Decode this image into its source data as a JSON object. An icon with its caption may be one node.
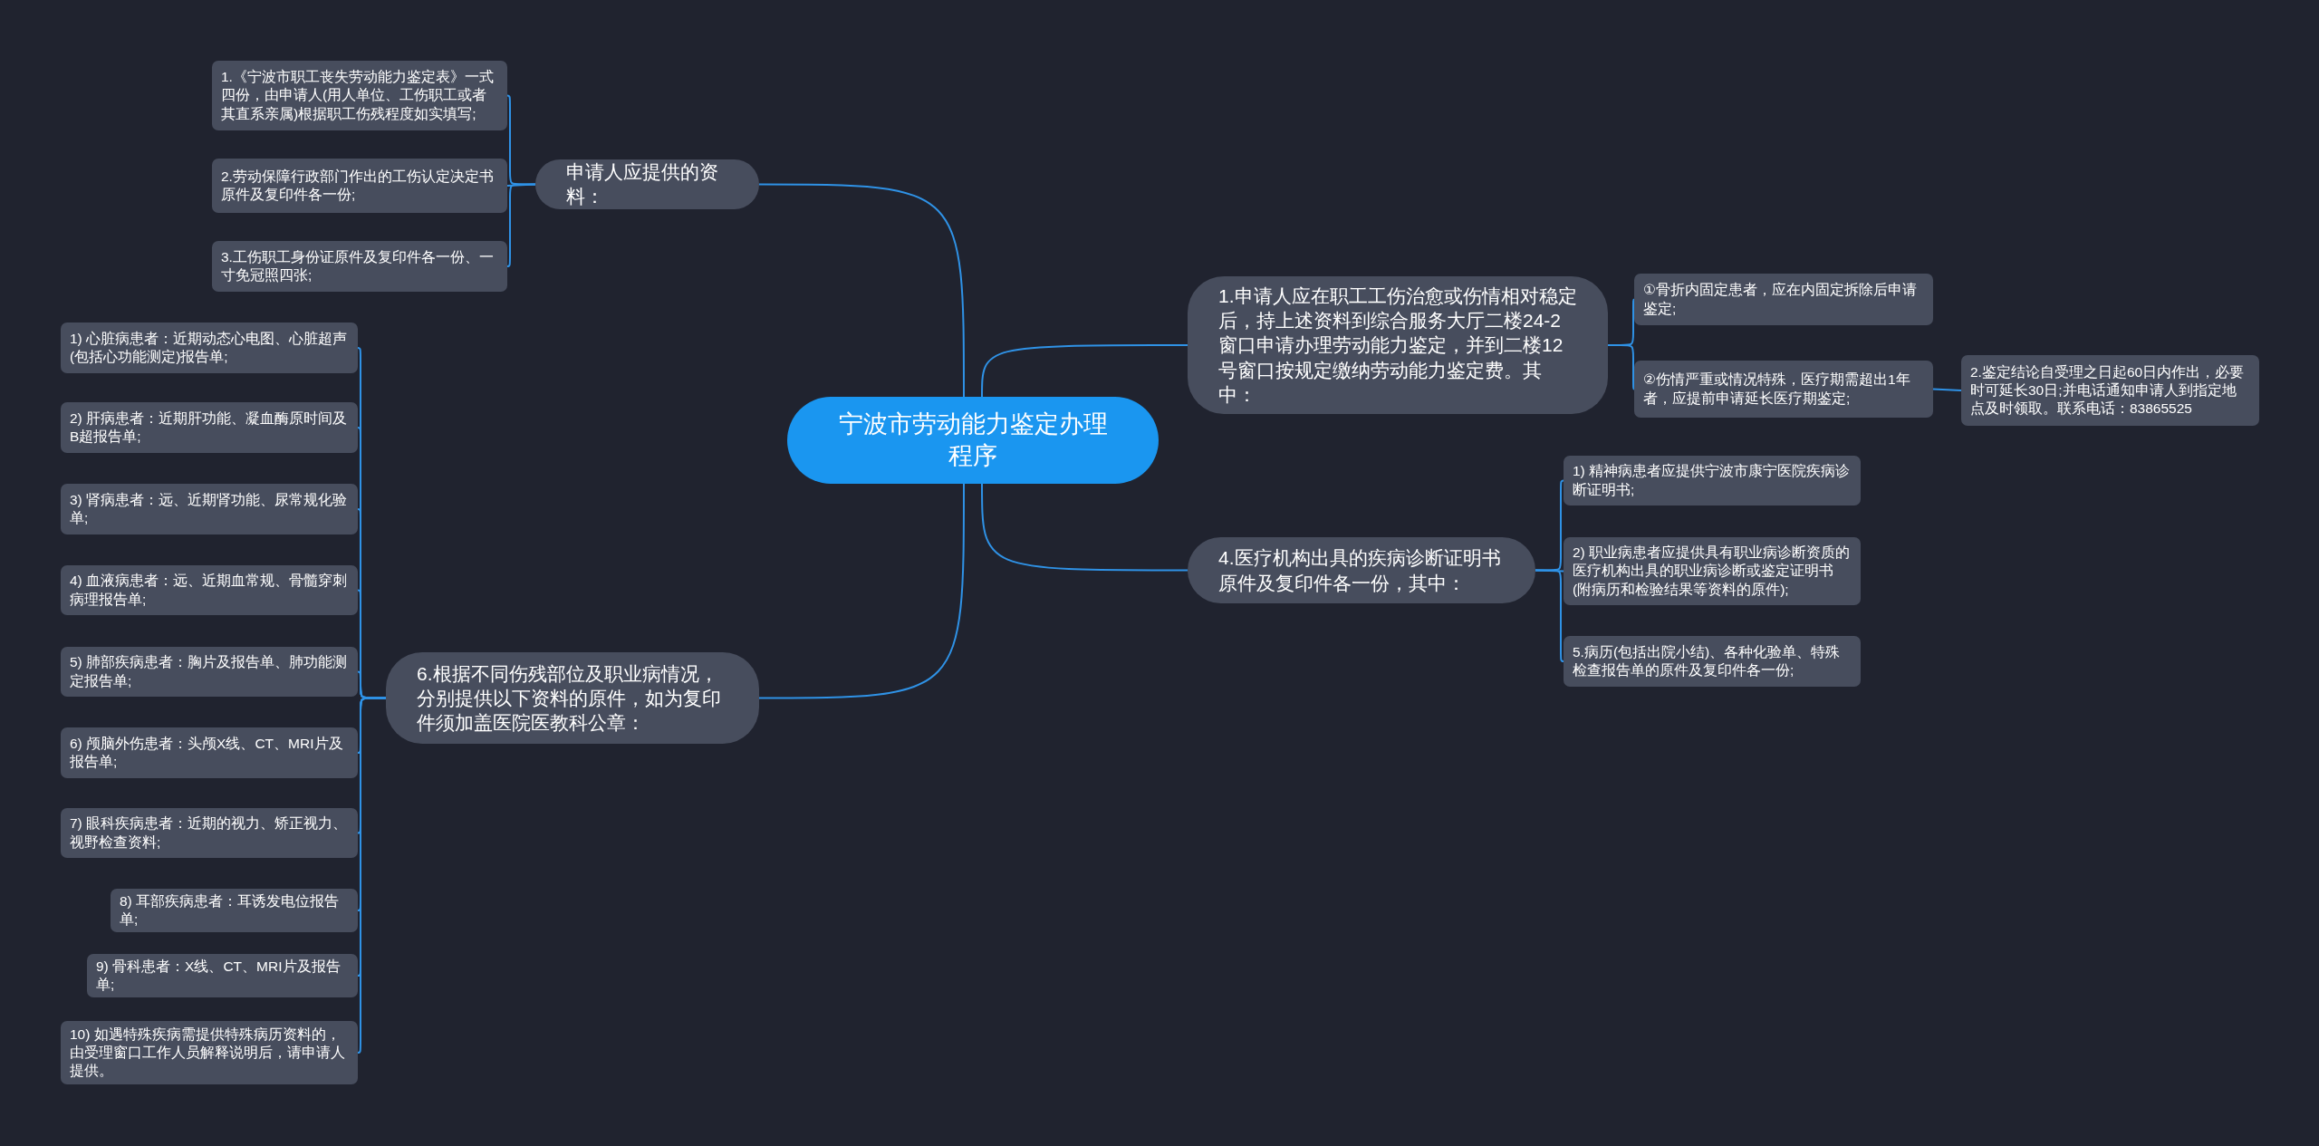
{
  "diagram": {
    "nodes": [
      {
        "text": [
          "宁波市劳动能力鉴定办理程序"
        ]
      },
      {
        "text": [
          "申请人应提供的资料："
        ]
      },
      {
        "text": [
          "1.《宁波市职工丧失劳动能力鉴定表》一式四份，由申请人(用人单位、工伤职工或者其直系亲属)根据职工伤残程度如实填写;"
        ]
      },
      {
        "text": [
          "2.劳动保障行政部门作出的工伤认定决定书原件及复印件各一份;"
        ]
      },
      {
        "text": [
          "3.工伤职工身份证原件及复印件各一份、一寸免冠照四张;"
        ]
      },
      {
        "text": [
          "1.申请人应在职工工伤治愈或伤情相对稳定后，持上述资料到综合服务大厅二楼24-2窗口申请办理劳动能力鉴定，并到二楼12号窗口按规定缴纳劳动能力鉴定费。其中："
        ]
      },
      {
        "text": [
          "①骨折内固定患者，应在内固定拆除后申请鉴定;"
        ]
      },
      {
        "text": [
          "②伤情严重或情况特殊，医疗期需超出1年者，应提前申请延长医疗期鉴定;"
        ]
      },
      {
        "text": [
          "2.鉴定结论自受理之日起60日内作出，必要时可延长30日;并电话通知申请人到指定地点及时领取。联系电话：83865525"
        ]
      },
      {
        "text": [
          "4.医疗机构出具的疾病诊断证明书原件及复印件各一份，其中："
        ]
      },
      {
        "text": [
          "1) 精神病患者应提供宁波市康宁医院疾病诊断证明书;"
        ]
      },
      {
        "text": [
          "2) 职业病患者应提供具有职业病诊断资质的医疗机构出具的职业病诊断或鉴定证明书(附病历和检验结果等资料的原件);"
        ]
      },
      {
        "text": [
          "5.病历(包括出院小结)、各种化验单、特殊检查报告单的原件及复印件各一份;"
        ]
      },
      {
        "text": [
          "6.根据不同伤残部位及职业病情况，分别提供以下资料的原件，如为复印件须加盖医院医教科公章："
        ]
      },
      {
        "text": [
          "1) 心脏病患者：近期动态心电图、心脏超声(包括心功能测定)报告单;"
        ]
      },
      {
        "text": [
          "2) 肝病患者：近期肝功能、凝血酶原时间及B超报告单;"
        ]
      },
      {
        "text": [
          "3) 肾病患者：远、近期肾功能、尿常规化验单;"
        ]
      },
      {
        "text": [
          "4) 血液病患者：远、近期血常规、骨髓穿刺病理报告单;"
        ]
      },
      {
        "text": [
          "5) 肺部疾病患者：胸片及报告单、肺功能测定报告单;"
        ]
      },
      {
        "text": [
          "6) 颅脑外伤患者：头颅X线、CT、MRI片及报告单;"
        ]
      },
      {
        "text": [
          "7) 眼科疾病患者：近期的视力、矫正视力、视野检查资料;"
        ]
      },
      {
        "text": [
          "8) 耳部疾病患者：耳诱发电位报告单;"
        ]
      },
      {
        "text": [
          "9) 骨科患者：X线、CT、MRI片及报告单;"
        ]
      },
      {
        "text": [
          "10) 如遇特殊疾病需提供特殊病历资料的，由受理窗口工作人员解释说明后，请申请人提供。"
        ]
      }
    ],
    "edges": [
      {
        "from": 0,
        "to": 1,
        "arrow": "none"
      },
      {
        "from": 1,
        "to": 2,
        "arrow": "none"
      },
      {
        "from": 1,
        "to": 3,
        "arrow": "none"
      },
      {
        "from": 1,
        "to": 4,
        "arrow": "none"
      },
      {
        "from": 0,
        "to": 5,
        "arrow": "none"
      },
      {
        "from": 5,
        "to": 6,
        "arrow": "none"
      },
      {
        "from": 5,
        "to": 7,
        "arrow": "none"
      },
      {
        "from": 7,
        "to": 8,
        "arrow": "none"
      },
      {
        "from": 0,
        "to": 9,
        "arrow": "none"
      },
      {
        "from": 9,
        "to": 10,
        "arrow": "none"
      },
      {
        "from": 9,
        "to": 11,
        "arrow": "none"
      },
      {
        "from": 9,
        "to": 12,
        "arrow": "none"
      },
      {
        "from": 0,
        "to": 13,
        "arrow": "none"
      },
      {
        "from": 13,
        "to": 14,
        "arrow": "none"
      },
      {
        "from": 13,
        "to": 15,
        "arrow": "none"
      },
      {
        "from": 13,
        "to": 16,
        "arrow": "none"
      },
      {
        "from": 13,
        "to": 17,
        "arrow": "none"
      },
      {
        "from": 13,
        "to": 18,
        "arrow": "none"
      },
      {
        "from": 13,
        "to": 19,
        "arrow": "none"
      },
      {
        "from": 13,
        "to": 20,
        "arrow": "none"
      },
      {
        "from": 13,
        "to": 21,
        "arrow": "none"
      },
      {
        "from": 13,
        "to": 22,
        "arrow": "none"
      },
      {
        "from": 13,
        "to": 23,
        "arrow": "none"
      }
    ]
  }
}
